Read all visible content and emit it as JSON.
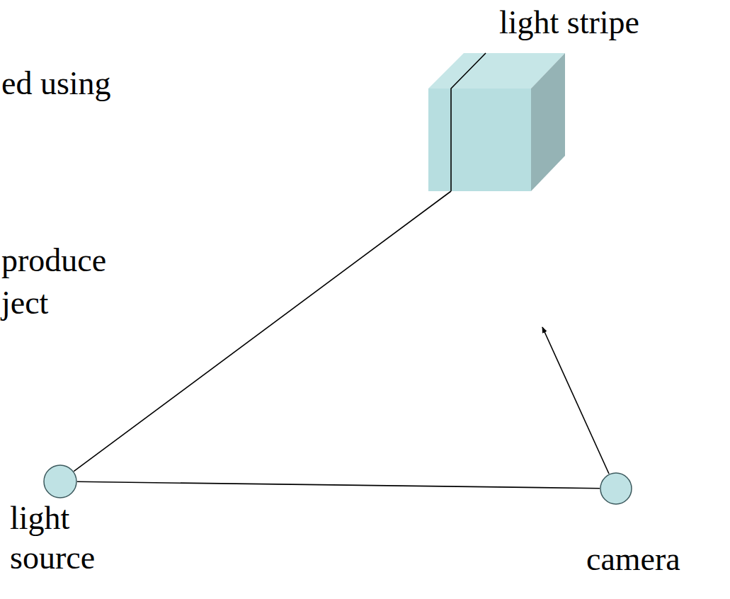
{
  "diagram": {
    "nodes": [
      {
        "text": [
          "light source"
        ]
      },
      {
        "text": [
          "camera"
        ]
      },
      {
        "text": [
          "light stripe"
        ]
      }
    ],
    "edges": [
      {
        "from": 0,
        "to": 1,
        "arrow": "none"
      },
      {
        "from": 0,
        "to": 2,
        "arrow": "none"
      }
    ],
    "labels": [
      "ed using",
      "produce",
      "ject"
    ]
  }
}
